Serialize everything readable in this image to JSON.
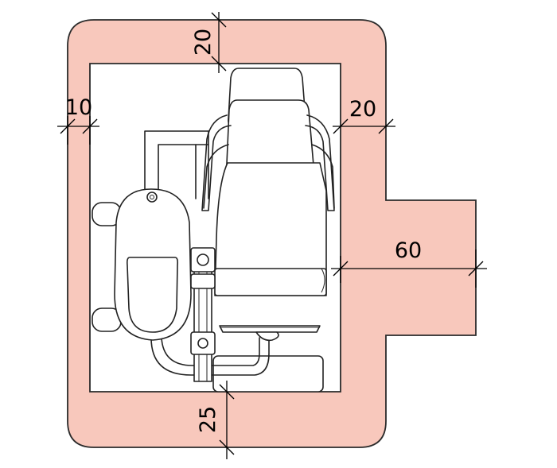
{
  "colors": {
    "clearance_fill": "#f8c8bc",
    "clearance_stroke": "#2a2a2a",
    "equipment_stroke": "#222222",
    "dimension_text": "#000000"
  },
  "dimensions": {
    "top": "20",
    "left": "10",
    "right_upper": "20",
    "right_extension": "60",
    "bottom": "25"
  }
}
